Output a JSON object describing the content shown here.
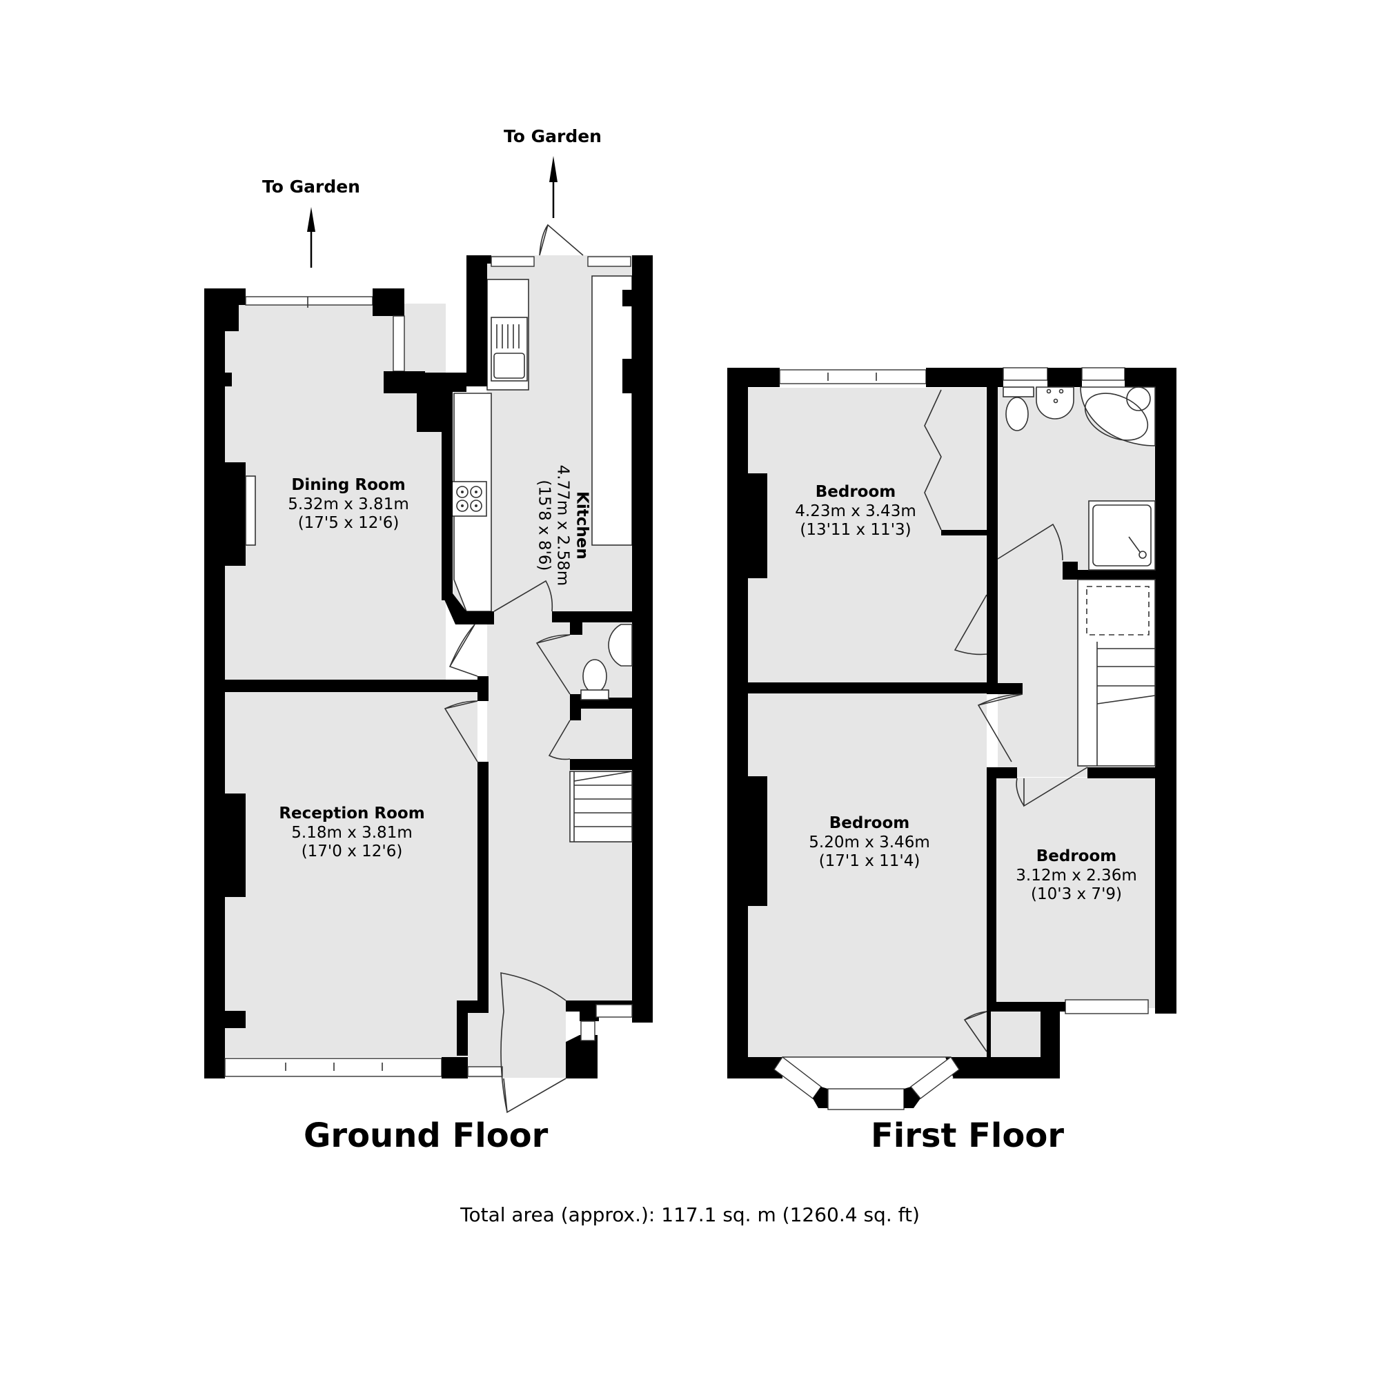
{
  "annotations": {
    "to_garden_left": "To Garden",
    "to_garden_right": "To Garden"
  },
  "floors": {
    "ground": {
      "title": "Ground Floor",
      "rooms": {
        "dining": {
          "name": "Dining Room",
          "metric": "5.32m x 3.81m",
          "imperial": "(17'5 x 12'6)"
        },
        "kitchen": {
          "name": "Kitchen",
          "metric": "4.77m x 2.58m",
          "imperial": "(15'8 x 8'6)"
        },
        "reception": {
          "name": "Reception Room",
          "metric": "5.18m x 3.81m",
          "imperial": "(17'0 x 12'6)"
        }
      }
    },
    "first": {
      "title": "First Floor",
      "rooms": {
        "bedroom1": {
          "name": "Bedroom",
          "metric": "4.23m x 3.43m",
          "imperial": "(13'11 x 11'3)"
        },
        "bedroom2": {
          "name": "Bedroom",
          "metric": "5.20m x 3.46m",
          "imperial": "(17'1 x 11'4)"
        },
        "bedroom3": {
          "name": "Bedroom",
          "metric": "3.12m x 2.36m",
          "imperial": "(10'3 x 7'9)"
        }
      }
    }
  },
  "total_area": "Total area (approx.): 117.1 sq. m (1260.4 sq. ft)",
  "colors": {
    "wall": "#000000",
    "floor": "#e6e6e6",
    "background": "#ffffff"
  }
}
